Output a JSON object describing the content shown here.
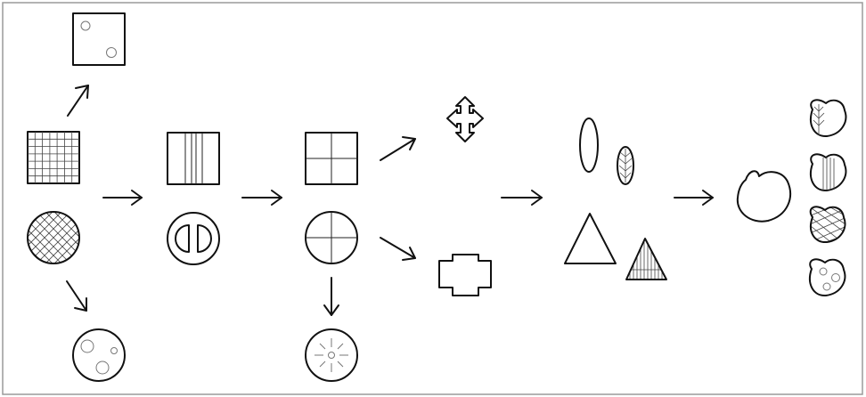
{
  "colors": {
    "background": "#ffffff",
    "stroke": "#111111",
    "frame": "#9a9a9a",
    "light_stroke": "#777777"
  },
  "stages": [
    {
      "id": "stage-1",
      "shapes": [
        "grid-square",
        "crosshatch-circle",
        "dotted-square",
        "dotted-circle"
      ]
    },
    {
      "id": "stage-2",
      "shapes": [
        "vertical-lines-square",
        "split-circle"
      ]
    },
    {
      "id": "stage-3",
      "shapes": [
        "quartered-square",
        "quartered-circle",
        "sunburst-circle"
      ]
    },
    {
      "id": "stage-4",
      "shapes": [
        "four-arrow-cross",
        "plus-cross"
      ]
    },
    {
      "id": "stage-5",
      "shapes": [
        "ellipse",
        "leaf-ellipse",
        "triangle",
        "hatched-triangle"
      ]
    },
    {
      "id": "stage-6",
      "shapes": [
        "blob"
      ]
    },
    {
      "id": "stage-7",
      "shapes": [
        "leaf-blob",
        "striped-blob",
        "crosshatch-blob",
        "dotted-blob"
      ]
    }
  ]
}
